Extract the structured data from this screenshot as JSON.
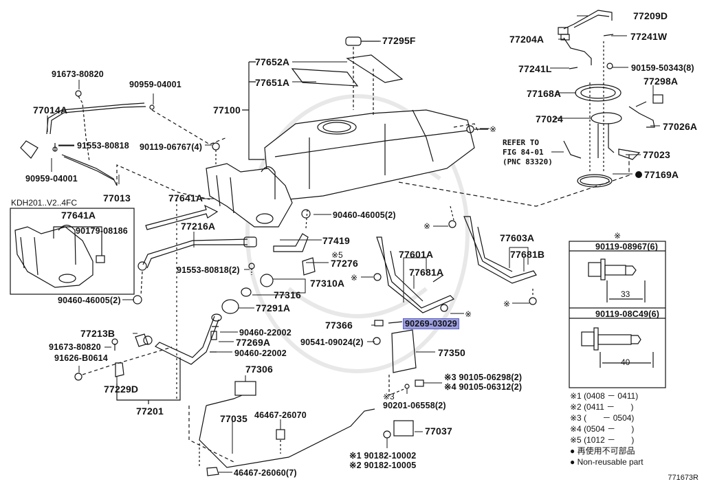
{
  "diagram": {
    "title": "Fuel tank and tube parts diagram",
    "variant_label": "KDH201..V2..4FC",
    "figure_code": "771673R",
    "highlight_color": "#9c9ee0",
    "refer_note": [
      "REFER TO",
      "FIG 84-01",
      "(PNC 83320)"
    ],
    "parts": [
      {
        "id": "p91673a",
        "label": "91673-80820"
      },
      {
        "id": "p90959a",
        "label": "90959-04001"
      },
      {
        "id": "p77014a",
        "label": "77014A"
      },
      {
        "id": "p91553a",
        "label": "91553-80818"
      },
      {
        "id": "p90959b",
        "label": "90959-04001"
      },
      {
        "id": "p77013",
        "label": "77013"
      },
      {
        "id": "p90119a",
        "label": "90119-06767(4)"
      },
      {
        "id": "p77641a",
        "label": "77641A"
      },
      {
        "id": "p77641a_inset",
        "label": "77641A"
      },
      {
        "id": "p90179",
        "label": "90179-08186"
      },
      {
        "id": "p77216a",
        "label": "77216A"
      },
      {
        "id": "p91553b",
        "label": "91553-80818(2)"
      },
      {
        "id": "p90460a",
        "label": "90460-46005(2)"
      },
      {
        "id": "p77213b",
        "label": "77213B"
      },
      {
        "id": "p91673b",
        "label": "91673-80820"
      },
      {
        "id": "p91626",
        "label": "91626-B0614"
      },
      {
        "id": "p77229d",
        "label": "77229D"
      },
      {
        "id": "p77201",
        "label": "77201"
      },
      {
        "id": "p77295f",
        "label": "77295F"
      },
      {
        "id": "p77652a",
        "label": "77652A"
      },
      {
        "id": "p77651a",
        "label": "77651A"
      },
      {
        "id": "p77100",
        "label": "77100"
      },
      {
        "id": "p90460b",
        "label": "90460-46005(2)"
      },
      {
        "id": "p77419",
        "label": "77419"
      },
      {
        "id": "p77276",
        "label": "77276",
        "note": "※5"
      },
      {
        "id": "p77310a",
        "label": "77310A"
      },
      {
        "id": "p77316",
        "label": "77316"
      },
      {
        "id": "p77291a",
        "label": "77291A"
      },
      {
        "id": "p90460c",
        "label": "90460-22002"
      },
      {
        "id": "p77269a",
        "label": "77269A"
      },
      {
        "id": "p90460d",
        "label": "90460-22002"
      },
      {
        "id": "p77306",
        "label": "77306"
      },
      {
        "id": "p77035",
        "label": "77035"
      },
      {
        "id": "p46467a",
        "label": "46467-26070"
      },
      {
        "id": "p46467b",
        "label": "46467-26060(7)"
      },
      {
        "id": "p77366",
        "label": "77366"
      },
      {
        "id": "p90269",
        "label": "90269-03029",
        "highlighted": true
      },
      {
        "id": "p90541",
        "label": "90541-09024(2)"
      },
      {
        "id": "p77350",
        "label": "77350"
      },
      {
        "id": "p90105a",
        "label": "※3 90105-06298(2)"
      },
      {
        "id": "p90105b",
        "label": "※4 90105-06312(2)"
      },
      {
        "id": "p90201",
        "label": "90201-06558(2)",
        "note": "※3"
      },
      {
        "id": "p77037",
        "label": "77037"
      },
      {
        "id": "p90182a",
        "label": "※1 90182-10002"
      },
      {
        "id": "p90182b",
        "label": "※2 90182-10005"
      },
      {
        "id": "p77601a",
        "label": "77601A"
      },
      {
        "id": "p77681a",
        "label": "77681A"
      },
      {
        "id": "p77603a",
        "label": "77603A"
      },
      {
        "id": "p77681b",
        "label": "77681B"
      },
      {
        "id": "p77209d",
        "label": "77209D"
      },
      {
        "id": "p77204a",
        "label": "77204A"
      },
      {
        "id": "p77241w",
        "label": "77241W"
      },
      {
        "id": "p77241l",
        "label": "77241L"
      },
      {
        "id": "p90159",
        "label": "90159-50343(8)"
      },
      {
        "id": "p77298a",
        "label": "77298A"
      },
      {
        "id": "p77168a",
        "label": "77168A"
      },
      {
        "id": "p77024",
        "label": "77024"
      },
      {
        "id": "p77026a",
        "label": "77026A"
      },
      {
        "id": "p77023",
        "label": "77023"
      },
      {
        "id": "p77169a",
        "label": "77169A",
        "non_reusable": true
      }
    ],
    "bolt_table": {
      "header_mark": "※",
      "rows": [
        {
          "part": "90119-08967(6)",
          "length": "33"
        },
        {
          "part": "90119-08C49(6)",
          "length": "40"
        }
      ]
    },
    "legend": [
      "※1 (0408 － 0411)",
      "※2 (0411 －       )",
      "※3 (       － 0504)",
      "※4 (0504 －       )",
      "※5 (1012 －       )",
      "● 再使用不可部品",
      "● Non-reusable part"
    ],
    "marks": {
      "asterisk": "※",
      "bullet": "●"
    }
  }
}
